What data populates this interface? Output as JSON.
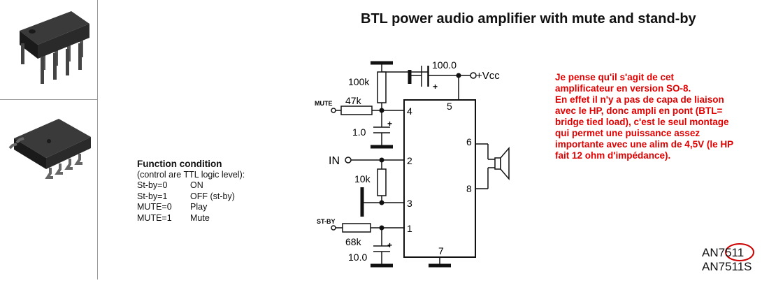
{
  "title": "BTL power audio amplifier with mute and stand-by",
  "function_condition": {
    "heading": "Function condition",
    "subheading": "(control are TTL logic level):",
    "rows": [
      {
        "key": "St-by=0",
        "value": "ON"
      },
      {
        "key": "St-by=1",
        "value": "OFF (st-by)"
      },
      {
        "key": "MUTE=0",
        "value": "Play"
      },
      {
        "key": "MUTE=1",
        "value": "Mute"
      }
    ]
  },
  "schematic": {
    "labels": {
      "r_100k": "100k",
      "r_47k": "47k",
      "r_10k": "10k",
      "r_68k": "68k",
      "c_100": "100.0",
      "c_1": "1.0",
      "c_10": "10.0",
      "vcc": "+Vcc",
      "mute": "MUTE",
      "in": "IN",
      "stby": "ST-BY",
      "plus": "+"
    },
    "pins": {
      "p1": "1",
      "p2": "2",
      "p3": "3",
      "p4": "4",
      "p5": "5",
      "p6": "6",
      "p7": "7",
      "p8": "8"
    }
  },
  "note_lines": [
    "Je pense qu'il s'agit de cet",
    "amplificateur en version SO-8.",
    "En effet il n'y a pas de capa de liaison",
    "avec le HP, donc ampli en pont (BTL=",
    "bridge tied load), c'est le seul montage",
    "qui permet une puissance assez",
    "importante avec une alim de 4,5V (le HP",
    "fait 12 ohm d'impédance)."
  ],
  "part_numbers": [
    "AN7511",
    "AN7511S"
  ],
  "colors": {
    "note": "#e00000",
    "highlight_circle": "#cc0000",
    "line": "#111111",
    "chip_body": "#2a2a2a"
  }
}
